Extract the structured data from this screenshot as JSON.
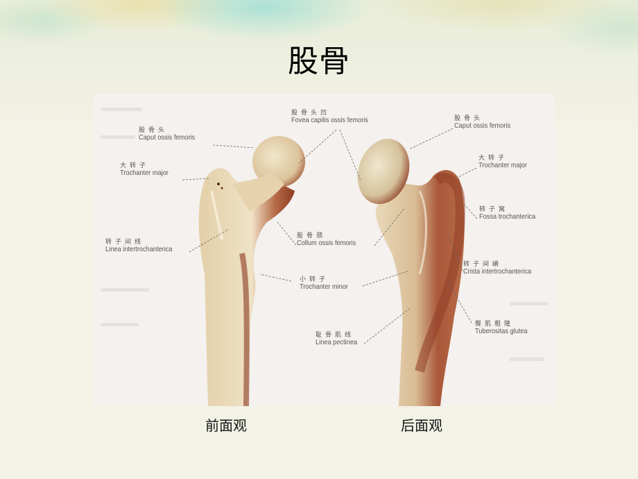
{
  "slide": {
    "title": "股骨",
    "background_color": "#f3f2e7"
  },
  "figure": {
    "description": "Femur anterior and posterior views",
    "bone_color": "#e8d6b4",
    "muscle_shade_color": "#a8563a",
    "labels": {
      "caput_left": {
        "zh": "股骨头",
        "la": "Caput ossis femoris"
      },
      "trochanter_major_left": {
        "zh": "大转子",
        "la": "Trochanter major"
      },
      "linea_intertrochanterica": {
        "zh": "转子间线",
        "la": "Linea intertrochanterica"
      },
      "fovea": {
        "zh": "股骨头凹",
        "la": "Fovea capitis ossis femoris"
      },
      "collum": {
        "zh": "股骨颈",
        "la": "Collum ossis femoris"
      },
      "trochanter_minor": {
        "zh": "小转子",
        "la": "Trochanter minor"
      },
      "linea_pectinea": {
        "zh": "耻骨肌线",
        "la": "Linea pectinea"
      },
      "caput_right": {
        "zh": "股骨头",
        "la": "Caput ossis femoris"
      },
      "trochanter_major_right": {
        "zh": "大转子",
        "la": "Trochanter major"
      },
      "fossa_trochanterica": {
        "zh": "转子窝",
        "la": "Fossa trochanterica"
      },
      "crista_intertrochanterica": {
        "zh": "转子间嵴",
        "la": "Crista intertrochanterica"
      },
      "tuberositas_glutea": {
        "zh": "臀肌粗隆",
        "la": "Tuberositas glutea"
      }
    }
  },
  "captions": {
    "front": "前面观",
    "back": "后面观"
  }
}
